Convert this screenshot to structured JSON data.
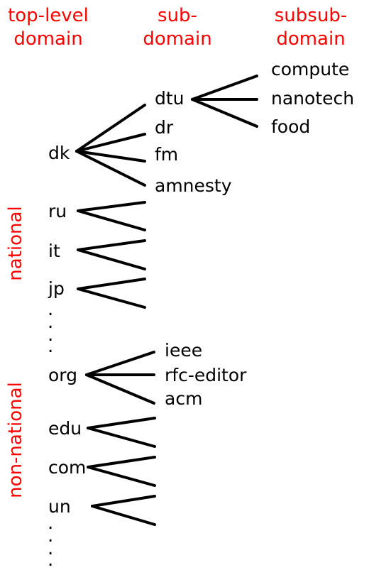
{
  "colors": {
    "header": "#ff0000",
    "text": "#000000",
    "lines": "#000000"
  },
  "headers": {
    "top_level": [
      "top-level",
      "domain"
    ],
    "sub": [
      "sub-",
      "domain"
    ],
    "subsub": [
      "subsub-",
      "domain"
    ]
  },
  "categories": {
    "national": "national",
    "non_national": "non-national"
  },
  "ellipsis": ".",
  "national": {
    "dk": {
      "label": "dk",
      "children": [
        {
          "label": "dtu",
          "children": [
            "compute",
            "nanotech",
            "food"
          ]
        },
        {
          "label": "dr"
        },
        {
          "label": "fm"
        },
        {
          "label": "amnesty"
        }
      ]
    },
    "ru": {
      "label": "ru"
    },
    "it": {
      "label": "it"
    },
    "jp": {
      "label": "jp"
    }
  },
  "non_national": {
    "org": {
      "label": "org",
      "children": [
        "ieee",
        "rfc-editor",
        "acm"
      ]
    },
    "edu": {
      "label": "edu"
    },
    "com": {
      "label": "com"
    },
    "un": {
      "label": "un"
    }
  }
}
